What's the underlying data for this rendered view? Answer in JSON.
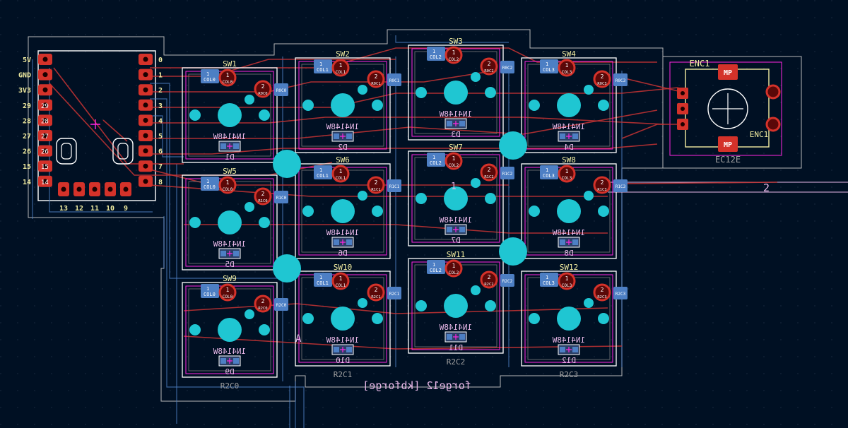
{
  "colors": {
    "background": "#001023",
    "edge_cuts": "#d8d8d8",
    "courtyard": "#ff26e2",
    "copper_front": "#c83434",
    "copper_back": "#4d7fc4",
    "pad_front": "#d4322a",
    "pad_back": "#4d7fc4",
    "silk_front": "#f2eda1",
    "silk_back": "#e8b8e8",
    "hole": "#1fc6d2",
    "fab": "#a0a0a0"
  },
  "controller": {
    "left_pins": [
      "5V",
      "GND",
      "3V3",
      "29",
      "28",
      "27",
      "26",
      "15",
      "14"
    ],
    "left_pin_numbers": [
      "",
      "",
      "",
      "29",
      "28",
      "27",
      "26",
      "15",
      "14"
    ],
    "right_pins": [
      "0",
      "1",
      "2",
      "3",
      "4",
      "5",
      "6",
      "7",
      "8"
    ],
    "bottom_pins": [
      "13",
      "12",
      "11",
      "10",
      "9"
    ]
  },
  "switches": [
    {
      "ref": "SW1",
      "diode": "D1",
      "row": 0,
      "col": 0
    },
    {
      "ref": "SW2",
      "diode": "D2",
      "row": 0,
      "col": 1
    },
    {
      "ref": "SW3",
      "diode": "D3",
      "row": 0,
      "col": 2
    },
    {
      "ref": "SW4",
      "diode": "D4",
      "row": 0,
      "col": 3
    },
    {
      "ref": "SW5",
      "diode": "D5",
      "row": 1,
      "col": 0
    },
    {
      "ref": "SW6",
      "diode": "D6",
      "row": 1,
      "col": 1
    },
    {
      "ref": "SW7",
      "diode": "D7",
      "row": 1,
      "col": 2
    },
    {
      "ref": "SW8",
      "diode": "D8",
      "row": 1,
      "col": 3
    },
    {
      "ref": "SW9",
      "diode": "D9",
      "row": 2,
      "col": 0
    },
    {
      "ref": "SW10",
      "diode": "D10",
      "row": 2,
      "col": 1
    },
    {
      "ref": "SW11",
      "diode": "D11",
      "row": 2,
      "col": 2
    },
    {
      "ref": "SW12",
      "diode": "D12",
      "row": 2,
      "col": 3
    }
  ],
  "switch_labels": {
    "pad1": "1",
    "pad2": "2",
    "diode_value": "1N4148W"
  },
  "col_nets": [
    "COL0",
    "COL1",
    "COL2",
    "COL3"
  ],
  "row_col_nets": [
    [
      "R0C0",
      "R0C1",
      "R0C2",
      "R0C3"
    ],
    [
      "R1C0",
      "R1C1",
      "R1C2",
      "R1C3"
    ],
    [
      "R2C0",
      "R2C1",
      "R2C2",
      "R2C3"
    ]
  ],
  "encoder": {
    "ref": "ENC1",
    "ref_back": "ENC1",
    "value": "EC12E",
    "mp_label": "MP"
  },
  "board_text": "forge12 [kbforge]",
  "markers": {
    "a": "A",
    "one": "1",
    "two": "2"
  }
}
